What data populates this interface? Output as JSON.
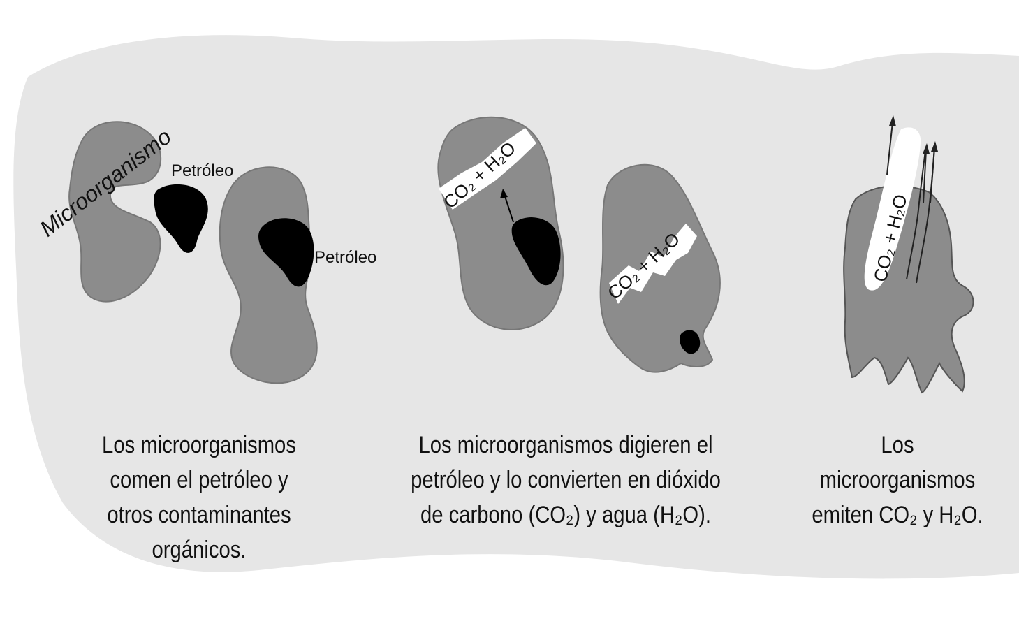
{
  "panels": [
    {
      "labels": {
        "microorganism": "Microorganismo",
        "oil_top": "Petróleo",
        "oil_right": "Petróleo"
      },
      "caption": [
        "Los microorganismos",
        "comen el petróleo y",
        "otros contaminantes",
        "orgánicos."
      ]
    },
    {
      "labels": {
        "gas_a": "CO₂ + H₂O",
        "gas_b": "CO₂ + H₂O"
      },
      "caption": [
        "Los microorganismos digieren el",
        "petróleo y lo convierten en dióxido",
        "de carbono (CO₂) y agua (H₂O)."
      ]
    },
    {
      "labels": {
        "gas": "CO₂ + H₂O"
      },
      "caption": [
        "Los",
        "microorganismos",
        "emiten CO₂ y H₂O."
      ]
    }
  ],
  "colors": {
    "background": "#e6e6e6",
    "organism": "#8c8c8c",
    "oil": "#000000",
    "gas": "#ffffff"
  }
}
